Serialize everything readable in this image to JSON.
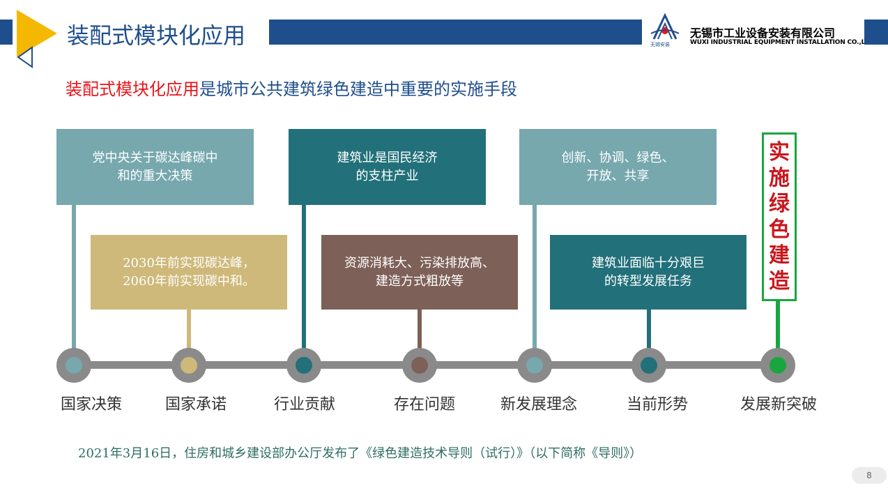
{
  "header": {
    "title": "装配式模块化应用",
    "company_cn": "无锡市工业设备安装有限公司",
    "company_en": "WUXI INDUSTRIAL EQUIPMENT INSTALLATION CO.,LTD.",
    "logo_small_text": "无锡安装"
  },
  "subtitle": {
    "highlight": "装配式模块化应用",
    "rest": "是城市公共建筑绿色建造中重要的实施手段"
  },
  "timeline": {
    "top_boxes": [
      {
        "line1": "党中央关于碳达峰碳中",
        "line2": "和的重大决策",
        "color": "#76a8ae"
      },
      {
        "line1": "建筑业是国民经济",
        "line2": "的支柱产业",
        "color": "#22707a"
      },
      {
        "line1": "创新、协调、绿色、",
        "line2": "开放、共享",
        "color": "#76a8ae"
      }
    ],
    "bottom_boxes": [
      {
        "line1": "2030年前实现碳达峰，",
        "line2": "2060年前实现碳中和。",
        "color": "#ceb97a"
      },
      {
        "line1": "资源消耗大、污染排放高、",
        "line2": "建造方式粗放等",
        "color": "#7d6057"
      },
      {
        "line1": "建筑业面临十分艰巨",
        "line2": "的转型发展任务",
        "color": "#22707a"
      }
    ],
    "labels": [
      "国家决策",
      "国家承诺",
      "行业贡献",
      "存在问题",
      "新发展理念",
      "当前形势",
      "发展新突破"
    ],
    "node_colors": [
      "#76a8ae",
      "#ceb97a",
      "#22707a",
      "#7d6057",
      "#76a8ae",
      "#22707a",
      "#19a640"
    ],
    "final_chars": [
      "实",
      "施",
      "绿",
      "色",
      "建",
      "造"
    ]
  },
  "footer": {
    "text": "2021年3月16日，住房和城乡建设部办公厅发布了《绿色建造技术导则（试行）》（以下简称《导则》）"
  },
  "page_number": "8",
  "colors": {
    "primary_blue": "#1f4e8c",
    "accent_red": "#e8161b",
    "accent_yellow": "#f5b800",
    "accent_green": "#19a640",
    "timeline_gray": "#8a8a8a"
  }
}
